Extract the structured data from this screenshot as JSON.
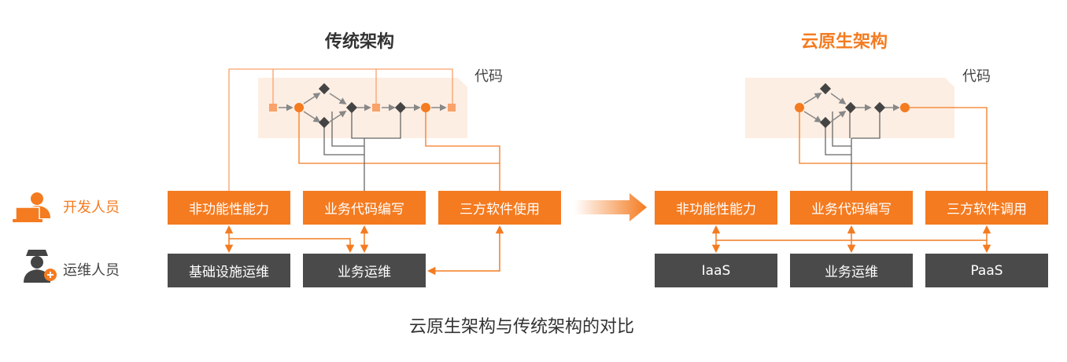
{
  "titles": {
    "legacy": "传统架构",
    "cloud": "云原生架构"
  },
  "code_label_legacy": "代码",
  "code_label_cloud": "代码",
  "roles": {
    "developer": "开发人员",
    "operator": "运维人员"
  },
  "legacy": {
    "dev_boxes": [
      "非功能性能力",
      "业务代码编写",
      "三方软件使用"
    ],
    "ops_boxes": [
      "基础设施运维",
      "业务运维"
    ]
  },
  "cloud": {
    "dev_boxes": [
      "非功能性能力",
      "业务代码编写",
      "三方软件调用"
    ],
    "ops_boxes": [
      "IaaS",
      "业务运维",
      "PaaS"
    ]
  },
  "caption": "云原生架构与传统架构的对比",
  "icons": [
    "developer-icon",
    "operator-icon",
    "transition-arrow-icon"
  ],
  "colors": {
    "orange": "#f47b20",
    "light_orange": "#f9a26a",
    "dark_box": "#4a4a4a",
    "diamond": "#444444",
    "code_bg": "#fdeee3"
  }
}
